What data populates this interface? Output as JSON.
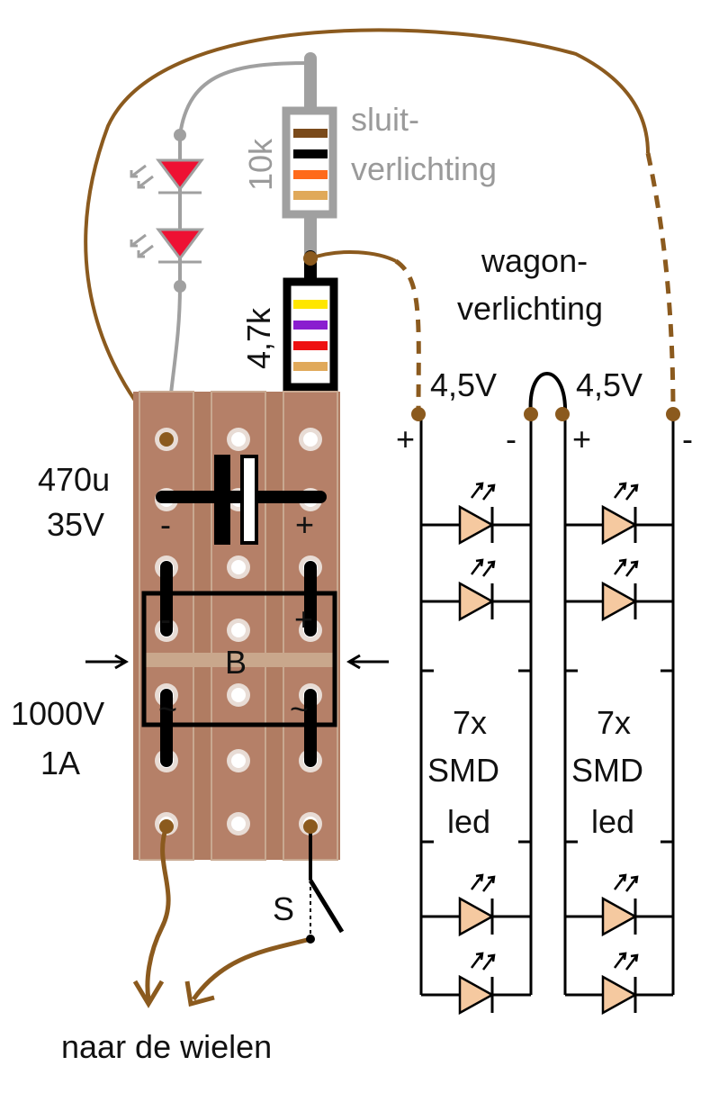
{
  "labels": {
    "resistor_10k": "10k",
    "tail_light_1": "sluit-",
    "tail_light_2": "verlichting",
    "resistor_4k7": "4,7k",
    "coach_light_1": "wagon-",
    "coach_light_2": "verlichting",
    "voltage_left": "4,5V",
    "voltage_right": "4,5V",
    "plus": "+",
    "minus": "-",
    "cap_value": "470u",
    "cap_voltage": "35V",
    "bridge": "B",
    "bridge_voltage": "1000V",
    "bridge_current": "1A",
    "ac": "~",
    "switch": "S",
    "wheels": "naar de wielen",
    "led_count": "7x",
    "led_type_1": "SMD",
    "led_type_2": "led"
  },
  "colors": {
    "wire_brown": "#8b5a1e",
    "wire_gray": "#a0a0a0",
    "board_copper": "#b07c62",
    "led_red": "#ee1133",
    "led_peach": "#f5c9a0",
    "band_brown": "#7a4a1a",
    "band_black": "#000000",
    "band_orange": "#ff6a1a",
    "band_gold": "#e0a95a",
    "band_yellow": "#ffe600",
    "band_violet": "#8a1ecf",
    "band_red": "#ee1111"
  }
}
